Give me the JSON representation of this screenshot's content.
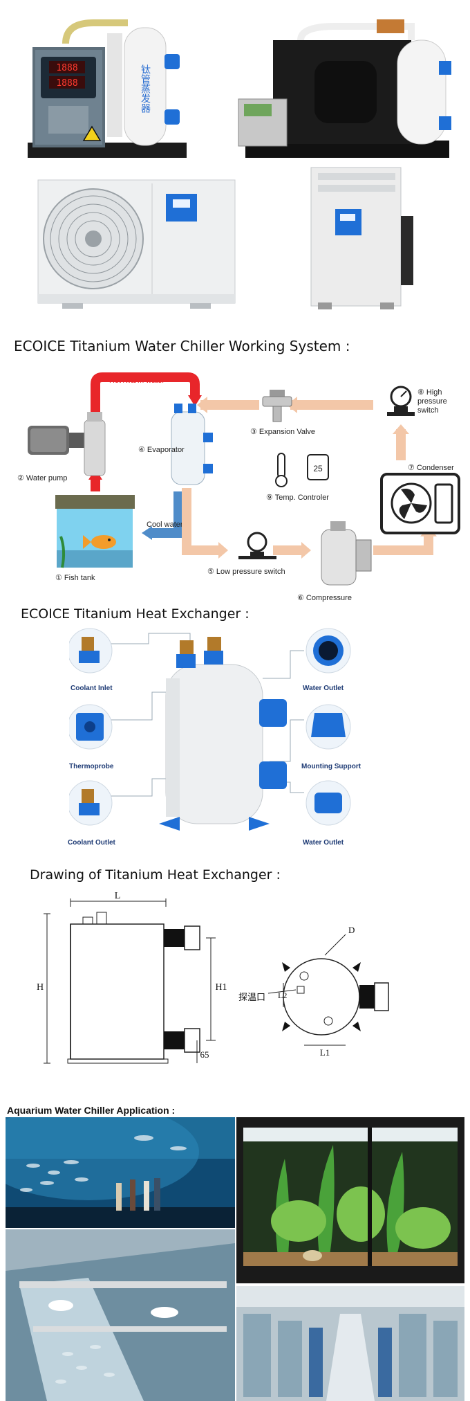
{
  "sections": {
    "working_system_title": "ECOICE Titanium Water Chiller Working System :",
    "heat_exchanger_title": "ECOICE Titanium Heat Exchanger :",
    "drawing_title": "Drawing of Titanium Heat Exchanger :",
    "application_title": "Aquarium Water Chiller Application :"
  },
  "product_photos": {
    "panel_display_1": "1888",
    "panel_display_2": "1888",
    "tube_text": "钛管蒸发器"
  },
  "diagram": {
    "hot_water": "Hot /warm water",
    "cool_water": "Cool water",
    "water_pump": "② Water pump",
    "evaporator": "④ Evaporator",
    "expansion_valve": "③ Expansion Valve",
    "high_pressure": "⑧ High",
    "high_pressure_2": "pressure",
    "high_pressure_3": "switch",
    "condenser": "⑦ Condenser",
    "temp_controller": "⑨ Temp. Controler",
    "controller_display": "25",
    "fish_tank": "① Fish tank",
    "low_pressure": "⑤ Low pressure switch",
    "compressor": "⑥ Compressure"
  },
  "heat_exchanger": {
    "coolant_inlet": "Coolant Inlet",
    "thermoprobe": "Thermoprobe",
    "coolant_outlet": "Coolant Outlet",
    "water_outlet_top": "Water Outlet",
    "mounting_support": "Mounting Support",
    "water_outlet_bottom": "Water Outlet"
  },
  "drawing": {
    "L": "L",
    "H": "H",
    "H1": "H1",
    "dim_65": "65",
    "probe_label": "探温口",
    "L1": "L1",
    "L2": "L2",
    "D": "D"
  },
  "colors": {
    "hot_pipe": "#e8262a",
    "cool_pipe": "#4f8cc9",
    "refrigerant": "#f3c7a8",
    "fitting_blue": "#1f6fd6",
    "hx_label_blue": "#1d3a74"
  }
}
